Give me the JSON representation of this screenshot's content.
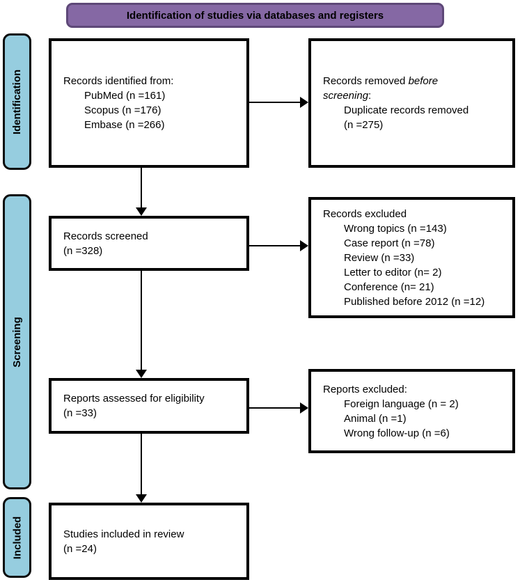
{
  "banner": {
    "label": "Identification of studies via databases and registers"
  },
  "stages": [
    {
      "label": "Identification"
    },
    {
      "label": "Screening"
    },
    {
      "label": "Included"
    }
  ],
  "boxes": {
    "identified": {
      "title": "Records identified from:",
      "items": [
        "PubMed (n =161)",
        "Scopus (n =176)",
        "Embase (n =266)"
      ]
    },
    "removed": {
      "prefix": "Records removed ",
      "italic": "before screening",
      "colon": ":",
      "items": [
        "Duplicate records removed",
        "(n =275)"
      ]
    },
    "screened": {
      "line1": "Records screened",
      "line2": "(n =328)"
    },
    "excluded_records": {
      "title": "Records excluded",
      "items": [
        "Wrong topics (n =143)",
        "Case report (n =78)",
        "Review (n =33)",
        "Letter to editor (n= 2)",
        "Conference (n= 21)",
        "Published before 2012 (n =12)"
      ]
    },
    "assessed": {
      "line1": "Reports assessed for eligibility",
      "line2": "(n =33)"
    },
    "excluded_reports": {
      "title": "Reports excluded:",
      "items": [
        "Foreign language (n = 2)",
        "Animal (n =1)",
        "Wrong follow-up (n =6)"
      ]
    },
    "included": {
      "line1": "Studies included in review",
      "line2": "(n =24)"
    }
  },
  "colors": {
    "banner_fill": "#8568A4",
    "banner_border": "#5E4878",
    "stage_fill": "#96CDDF",
    "line": "#000000"
  }
}
